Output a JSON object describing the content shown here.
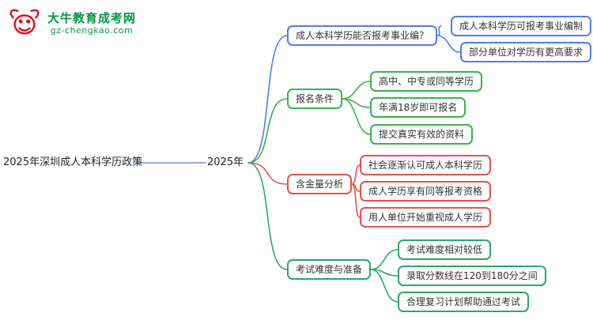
{
  "site": {
    "logo_name": "大牛教育成考网",
    "logo_domain": "gz-chengkao.com",
    "brand_green": "#009944",
    "brand_red": "#e60012"
  },
  "mindmap": {
    "root": "2025年深圳成人本科学历政策",
    "center": "2025年",
    "trunk_color": "#6b8df0",
    "branches": [
      {
        "label": "成人本科学历能否报考事业编？",
        "color": "#4f7cf0",
        "children": [
          "成人本科学历可报考事业编制",
          "部分单位对学历有更高要求"
        ]
      },
      {
        "label": "报名条件",
        "color": "#3bb24e",
        "children": [
          "高中、中专或同等学历",
          "年满18岁即可报名",
          "提交真实有效的资料"
        ]
      },
      {
        "label": "含金量分析",
        "color": "#e3524e",
        "children": [
          "社会逐渐认可成人本科学历",
          "成人学历享有同等报考资格",
          "用人单位开始重视成人学历"
        ]
      },
      {
        "label": "考试难度与准备",
        "color": "#2aa76f",
        "children": [
          "考试难度相对较低",
          "录取分数线在120到180分之间",
          "合理复习计划帮助通过考试"
        ]
      }
    ]
  }
}
